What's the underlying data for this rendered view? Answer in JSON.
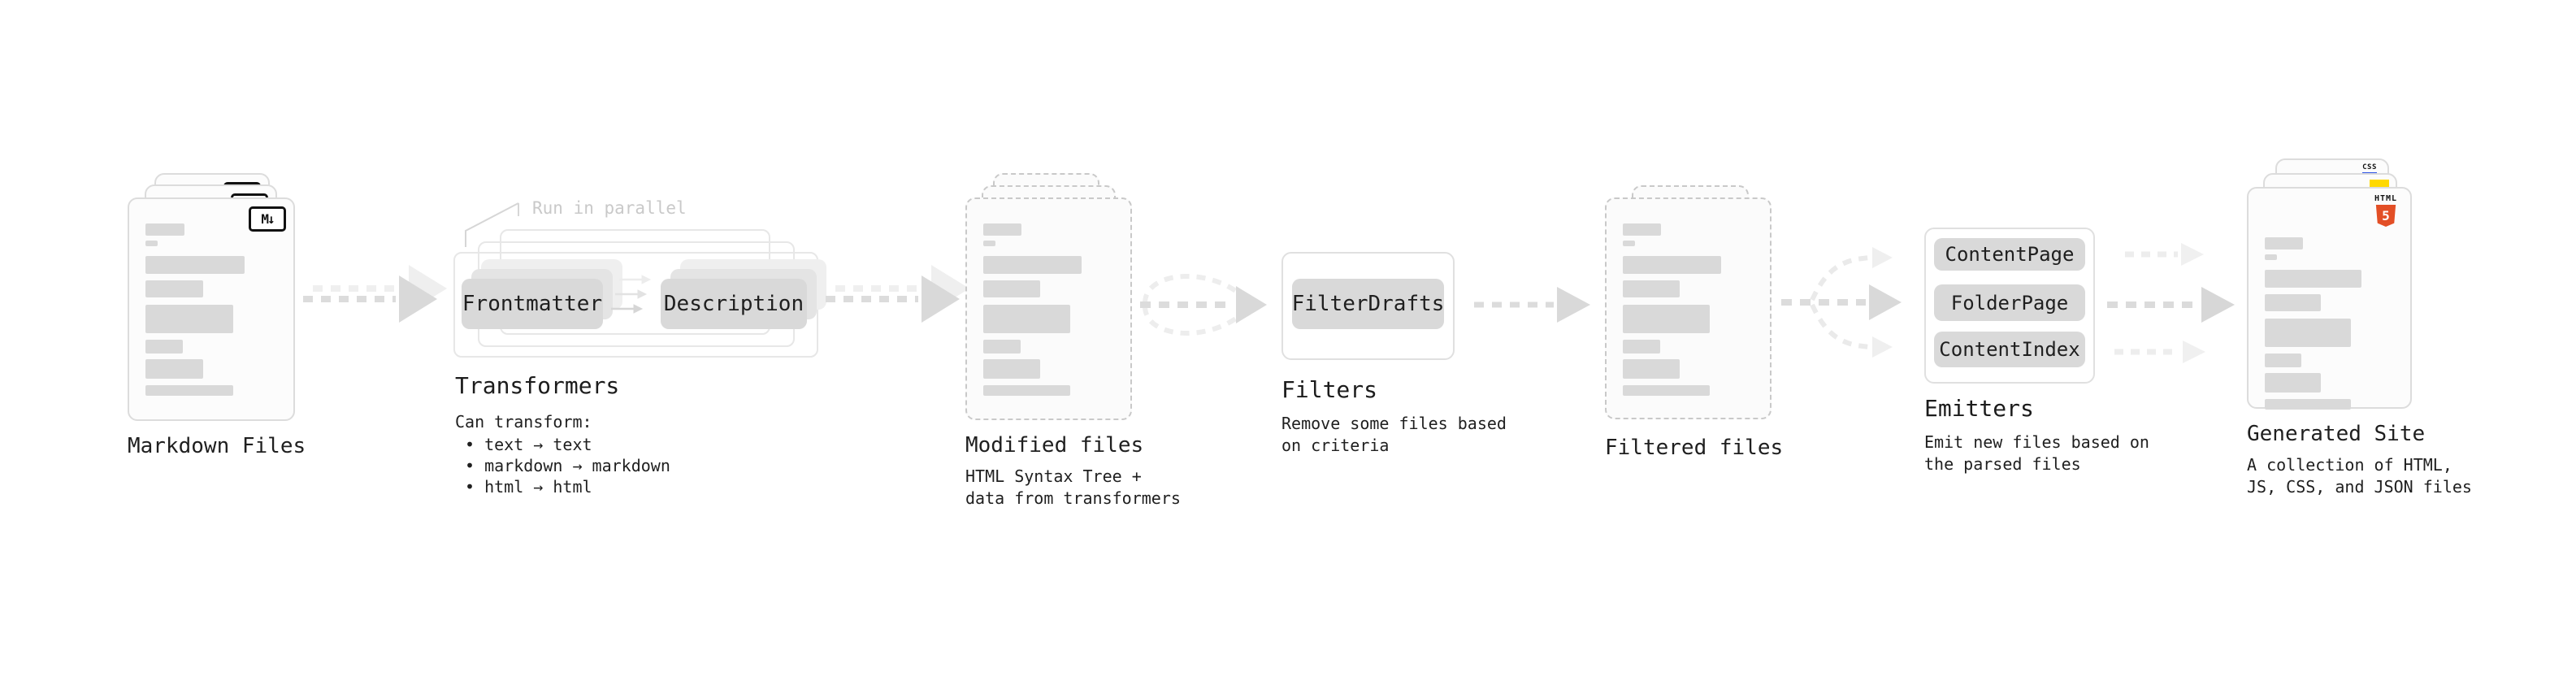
{
  "stages": {
    "markdown_files": {
      "label": "Markdown Files",
      "file_badge": "M↓"
    },
    "transformers": {
      "title": "Transformers",
      "annotation": "Run in parallel",
      "node_a": "Frontmatter",
      "node_b": "Description",
      "caption": "Can transform:",
      "bullets": [
        "• text → text",
        "• markdown → markdown",
        "• html → html"
      ]
    },
    "modified_files": {
      "label": "Modified files",
      "caption_lines": [
        "HTML Syntax Tree +",
        "data from transformers"
      ]
    },
    "filters": {
      "title": "Filters",
      "node": "FilterDrafts",
      "caption_lines": [
        "Remove some files based",
        "on criteria"
      ]
    },
    "filtered_files": {
      "label": "Filtered files"
    },
    "emitters": {
      "title": "Emitters",
      "nodes": [
        "ContentPage",
        "FolderPage",
        "ContentIndex"
      ],
      "caption_lines": [
        "Emit new files based on",
        "the parsed files"
      ]
    },
    "generated_site": {
      "label": "Generated Site",
      "caption_lines": [
        "A collection of HTML,",
        "JS, CSS, and JSON files"
      ],
      "css_badge": "CSS",
      "html_badge_text": "HTML",
      "html_badge_number": "5"
    }
  },
  "colors": {
    "markdown_badge_ink": "#111111",
    "html5_orange": "#e34f26",
    "js_yellow": "#ffd900",
    "css_blue": "#2d53e5",
    "node_fill": "#d9d9d9",
    "bar_fill": "#d9d9d9",
    "arrow_gray": "#dcdcdc",
    "arrow_faint": "#ededed",
    "annotation_gray": "#c9c9c9",
    "text_dark": "#1f1f1f"
  }
}
